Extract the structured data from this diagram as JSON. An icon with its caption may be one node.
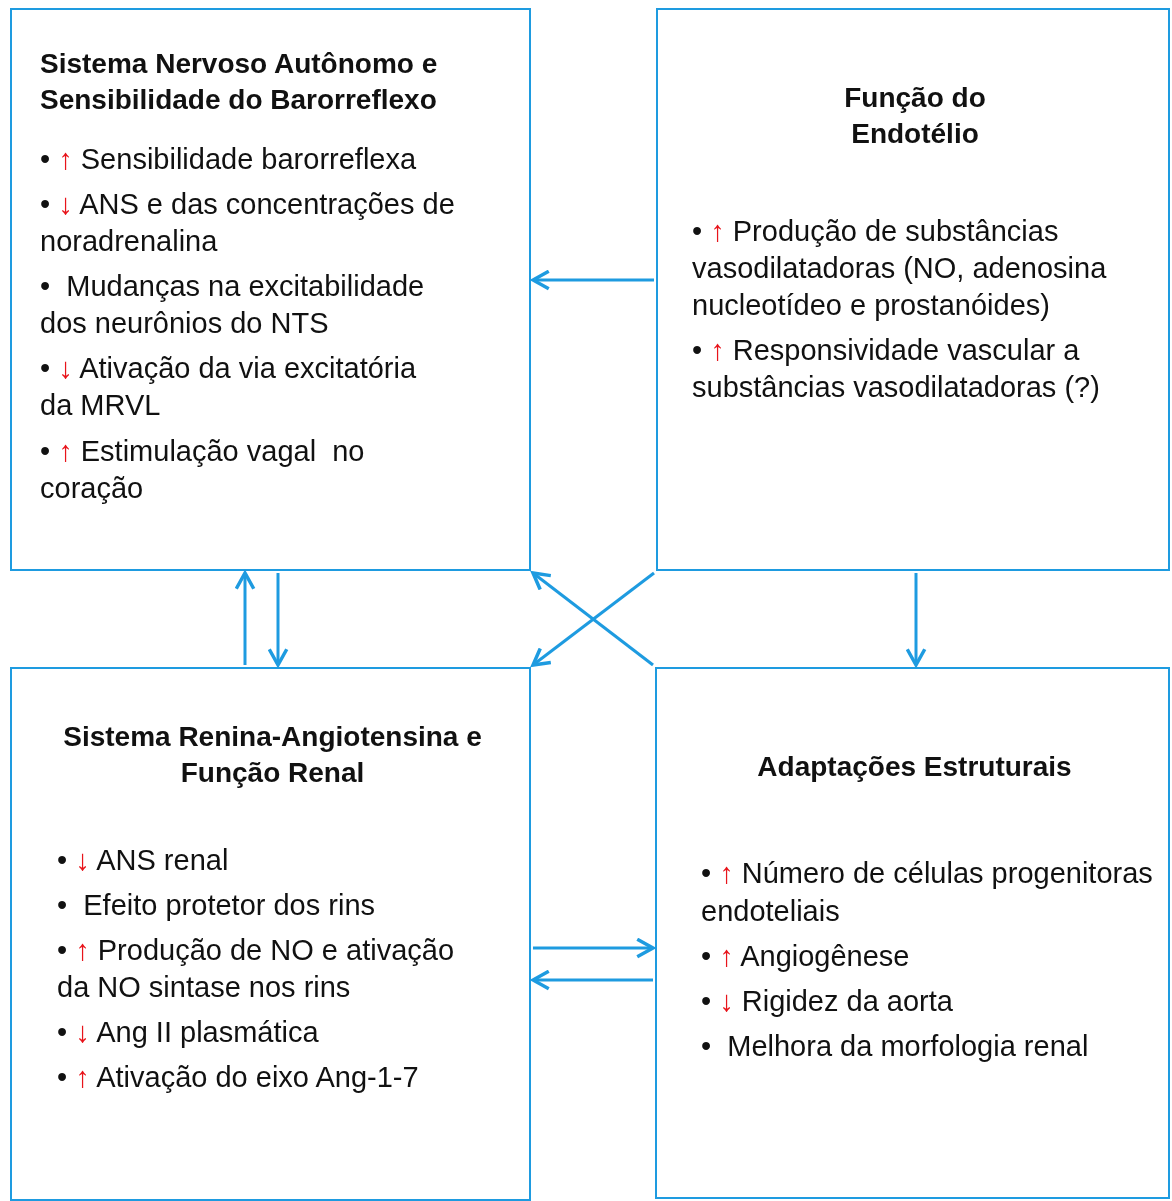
{
  "diagram": {
    "nodes": [
      {
        "text": [
          "Sistema Nervoso Autônomo e Sensibilidade do Barorreflexo",
          "• ↑ Sensibilidade barorreflexa",
          "• ↓ ANS e das concentrações de noradrenalina",
          "•  Mudanças na excitabilidade dos neurônios do NTS",
          "• ↓ Ativação da via excitatória da MRVL",
          "• ↑ Estimulação vagal  no coração"
        ]
      },
      {
        "text": [
          "Função do Endotélio",
          "• ↑ Produção de substâncias vasodilatadoras (NO, adenosina nucleotídeo e prostanóides)",
          "• ↑ Responsividade vascular a substâncias vasodilatadoras (?)"
        ]
      },
      {
        "text": [
          "Sistema Renina-Angiotensina e Função Renal",
          "• ↓ ANS renal",
          "•  Efeito protetor dos rins",
          "• ↑ Produção de NO e ativação da NO sintase nos rins",
          "• ↓ Ang II plasmática",
          "• ↑ Ativação do eixo Ang-1-7"
        ]
      },
      {
        "text": [
          "Adaptações Estruturais",
          "• ↑ Número de células progenitoras endoteliais",
          "• ↑ Angiogênese",
          "• ↓ Rigidez da aorta",
          "•  Melhora da morfologia renal"
        ]
      }
    ],
    "edges": [
      {
        "from": 1,
        "to": 0,
        "arrow": "to"
      },
      {
        "from": 2,
        "to": 0,
        "arrow": "to"
      },
      {
        "from": 0,
        "to": 2,
        "arrow": "to"
      },
      {
        "from": 1,
        "to": 3,
        "arrow": "to"
      },
      {
        "from": 3,
        "to": 0,
        "arrow": "to"
      },
      {
        "from": 1,
        "to": 2,
        "arrow": "to"
      },
      {
        "from": 2,
        "to": 3,
        "arrow": "to"
      },
      {
        "from": 3,
        "to": 2,
        "arrow": "to"
      }
    ]
  }
}
